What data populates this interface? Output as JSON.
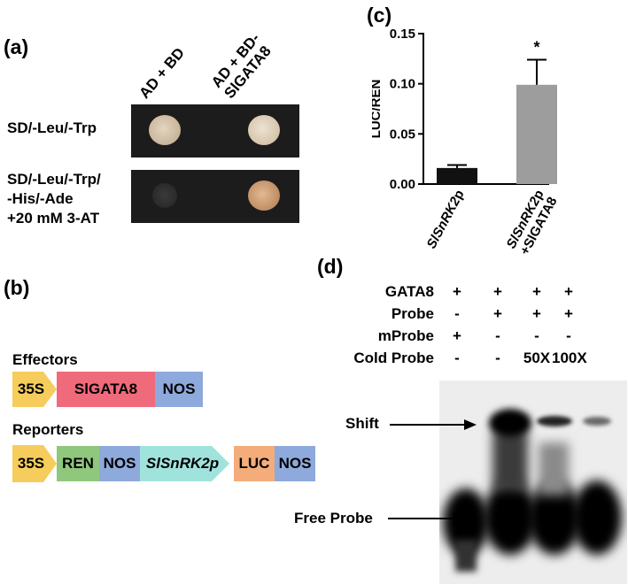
{
  "panel_a": {
    "label": "(a)",
    "column_labels": [
      "AD + BD",
      "AD + BD-\nSlGATA8"
    ],
    "row_labels": [
      "SD/-Leu/-Trp",
      "SD/-Leu/-Trp/\n-His/-Ade\n+20 mM 3-AT"
    ]
  },
  "panel_b": {
    "label": "(b)",
    "effectors_title": "Effectors",
    "reporters_title": "Reporters",
    "effector_parts": [
      "35S",
      "SlGATA8",
      "NOS"
    ],
    "reporter_parts": [
      "35S",
      "REN",
      "NOS",
      "SlSnRK2p",
      "LUC",
      "NOS"
    ],
    "colors": {
      "promoter": "#f6cd5c",
      "gene_red": "#ef6a7a",
      "nos": "#8ea9dc",
      "ren": "#8fc77c",
      "snrk": "#9fe3dc",
      "luc": "#f3ac7a"
    }
  },
  "panel_c": {
    "label": "(c)",
    "significance": "*"
  },
  "chart_data": {
    "type": "bar",
    "categories": [
      "SlSnRK2p",
      "SlSnRK2p\n+SlGATA8"
    ],
    "values": [
      0.016,
      0.099
    ],
    "errors": [
      0.003,
      0.025
    ],
    "bar_colors": [
      "#111111",
      "#9d9d9d"
    ],
    "ylabel": "LUC/REN",
    "ylim": [
      0,
      0.15
    ],
    "yticks": [
      "0.00",
      "0.05",
      "0.10",
      "0.15"
    ],
    "annotations": [
      "*"
    ]
  },
  "panel_d": {
    "label": "(d)",
    "rows": [
      {
        "name": "GATA8",
        "cells": [
          "+",
          "+",
          "+",
          "+"
        ]
      },
      {
        "name": "Probe",
        "cells": [
          "-",
          "+",
          "+",
          "+"
        ]
      },
      {
        "name": "mProbe",
        "cells": [
          "+",
          "-",
          "-",
          "-"
        ]
      },
      {
        "name": "Cold Probe",
        "cells": [
          "-",
          "-",
          "50X",
          "100X"
        ]
      }
    ],
    "shift_label": "Shift",
    "free_label": "Free Probe"
  }
}
